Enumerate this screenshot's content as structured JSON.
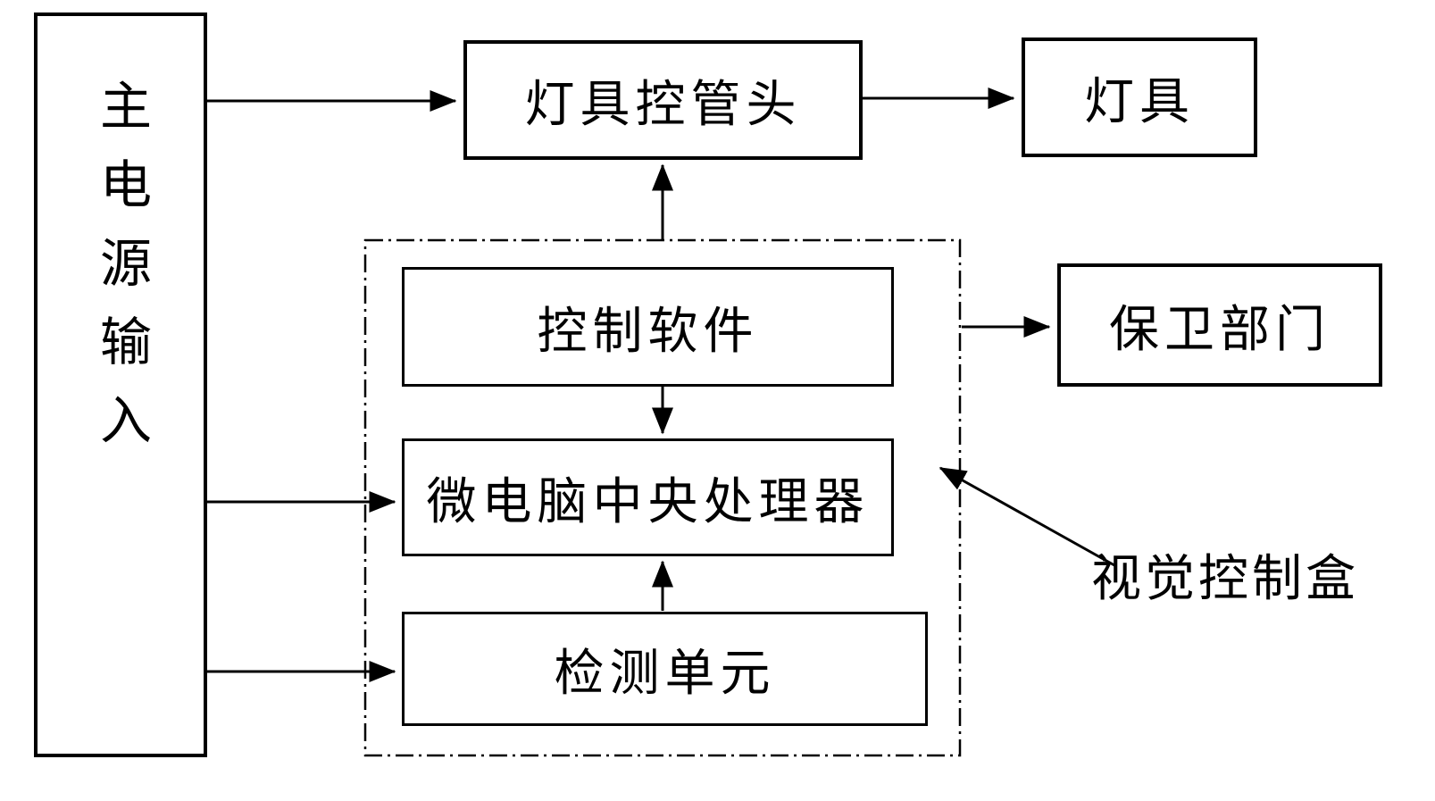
{
  "diagram": {
    "type": "block-diagram",
    "language": "zh",
    "colors": {
      "line": "#000000",
      "background": "#ffffff",
      "text": "#000000"
    },
    "nodes": {
      "power_input": "主电源输入",
      "lamp_head": "灯具控管头",
      "lamp": "灯具",
      "control_software": "控制软件",
      "cpu": "微电脑中央处理器",
      "detection_unit": "检测单元",
      "security_dept": "保卫部门",
      "control_box_label": "视觉控制盒"
    },
    "edges": [
      {
        "from": "主电源输入",
        "to": "灯具控管头",
        "style": "arrow"
      },
      {
        "from": "灯具控管头",
        "to": "灯具",
        "style": "arrow"
      },
      {
        "from": "控制软件",
        "to": "灯具控管头",
        "style": "arrow"
      },
      {
        "from": "控制软件",
        "to": "微电脑中央处理器",
        "style": "arrow"
      },
      {
        "from": "检测单元",
        "to": "微电脑中央处理器",
        "style": "arrow"
      },
      {
        "from": "主电源输入",
        "to": "微电脑中央处理器",
        "style": "arrow"
      },
      {
        "from": "主电源输入",
        "to": "检测单元",
        "style": "arrow"
      },
      {
        "from": "视觉控制盒",
        "to": "保卫部门",
        "style": "arrow"
      },
      {
        "from": "视觉控制盒标注文字",
        "to": "视觉控制盒虚线框",
        "style": "arrow"
      }
    ],
    "containers": [
      {
        "name": "视觉控制盒",
        "border": "dash-dot",
        "contains": [
          "控制软件",
          "微电脑中央处理器",
          "检测单元"
        ]
      }
    ]
  }
}
